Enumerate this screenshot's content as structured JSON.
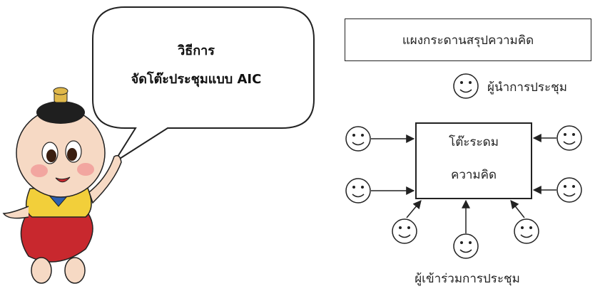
{
  "speech_bubble": {
    "title": "วิธีการ",
    "subtitle": "จัดโต๊ะประชุมแบบ AIC"
  },
  "board_label": "แผงกระดานสรุปความคิด",
  "leader_label": "ผู้นำการประชุม",
  "table_label_line1": "โต๊ะระดม",
  "table_label_line2": "ความคิด",
  "participants_label": "ผู้เข้าร่วมการประชุม",
  "icons": {
    "mascot": "child-mascot-icon",
    "face": "smiley-face-icon",
    "arrow": "arrow-icon"
  },
  "colors": {
    "line": "#222222",
    "mascot_skin": "#f6d9c4",
    "mascot_shirt": "#f2cf3a",
    "mascot_pants": "#c8282e",
    "mascot_collar": "#2d5fb0"
  }
}
